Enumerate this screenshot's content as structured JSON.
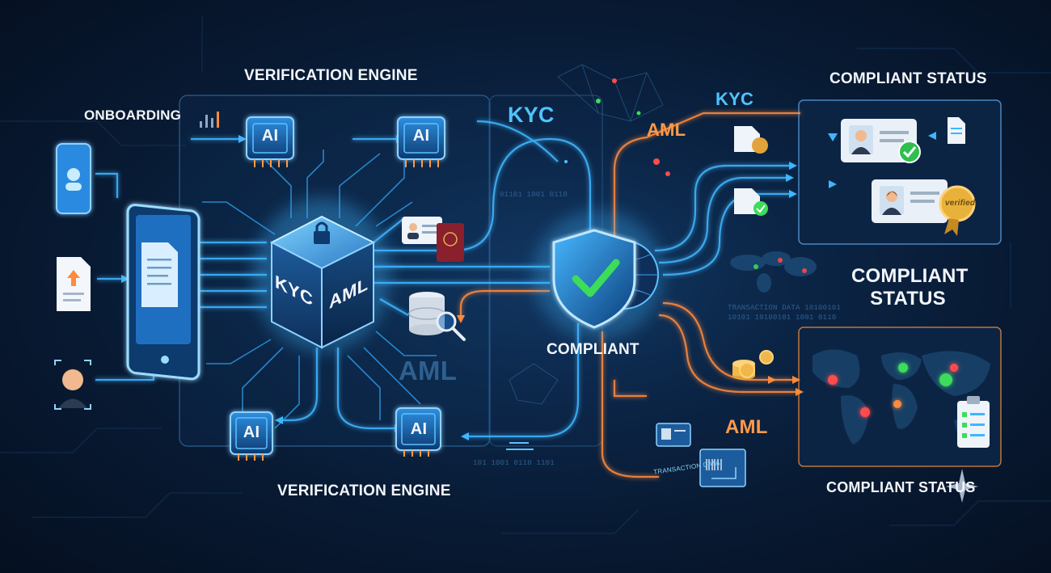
{
  "labels": {
    "onboarding": "ONBOARDING",
    "verification_engine_top": "VERIFICATION ENGINE",
    "verification_engine_bottom": "VERIFICATION ENGINE",
    "kyc_mid": "KYC",
    "kyc_right": "KYC",
    "aml_right": "AML",
    "aml_dim": "AML",
    "aml_bottom": "AML",
    "compliant": "COMPLIANT",
    "compliant_status_top": "COMPLIANT STATUS",
    "compliant_status_mid_1": "COMPLIANT",
    "compliant_status_mid_2": "STATUS",
    "compliant_status_bottom": "COMPLIANT STATUS"
  },
  "chip_labels": [
    "AI",
    "AI",
    "AI",
    "AI"
  ],
  "cube": {
    "face_left": "KYC",
    "face_right": "AML"
  },
  "badge": {
    "seal": "verified"
  },
  "micro_text": {
    "binary_1": "01101 1001 0110",
    "binary_2": "101 1001 0110 1101",
    "transaction_1": "TRANSACTION DATA 10100101",
    "transaction_2": "10101 10100101 1001 0110",
    "card_caption": "TRANSACTION DATA"
  },
  "colors": {
    "cyan": "#3fb6ff",
    "orange": "#ff8a3d",
    "green": "#3ddc5a",
    "red": "#ff4b4b",
    "text": "#f2f6fb"
  }
}
